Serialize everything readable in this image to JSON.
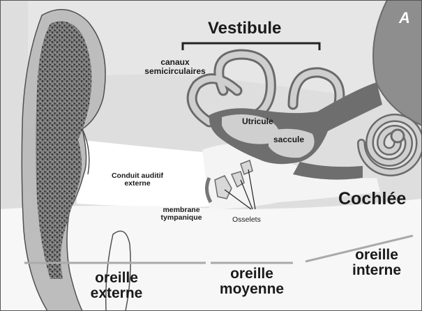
{
  "panel_letter": "A",
  "labels": {
    "vestibule": "Vestibule",
    "canaux_1": "canaux",
    "canaux_2": "semicirculaires",
    "utricule": "Utricule",
    "saccule": "saccule",
    "conduit_1": "Conduit auditif",
    "conduit_2": "externe",
    "membrane_1": "membrane",
    "membrane_2": "tympanique",
    "osselets": "Osselets",
    "cochlee": "Cochlée"
  },
  "regions": {
    "externe_1": "oreille",
    "externe_2": "externe",
    "moyenne_1": "oreille",
    "moyenne_2": "moyenne",
    "interne_1": "oreille",
    "interne_2": "interne"
  }
}
